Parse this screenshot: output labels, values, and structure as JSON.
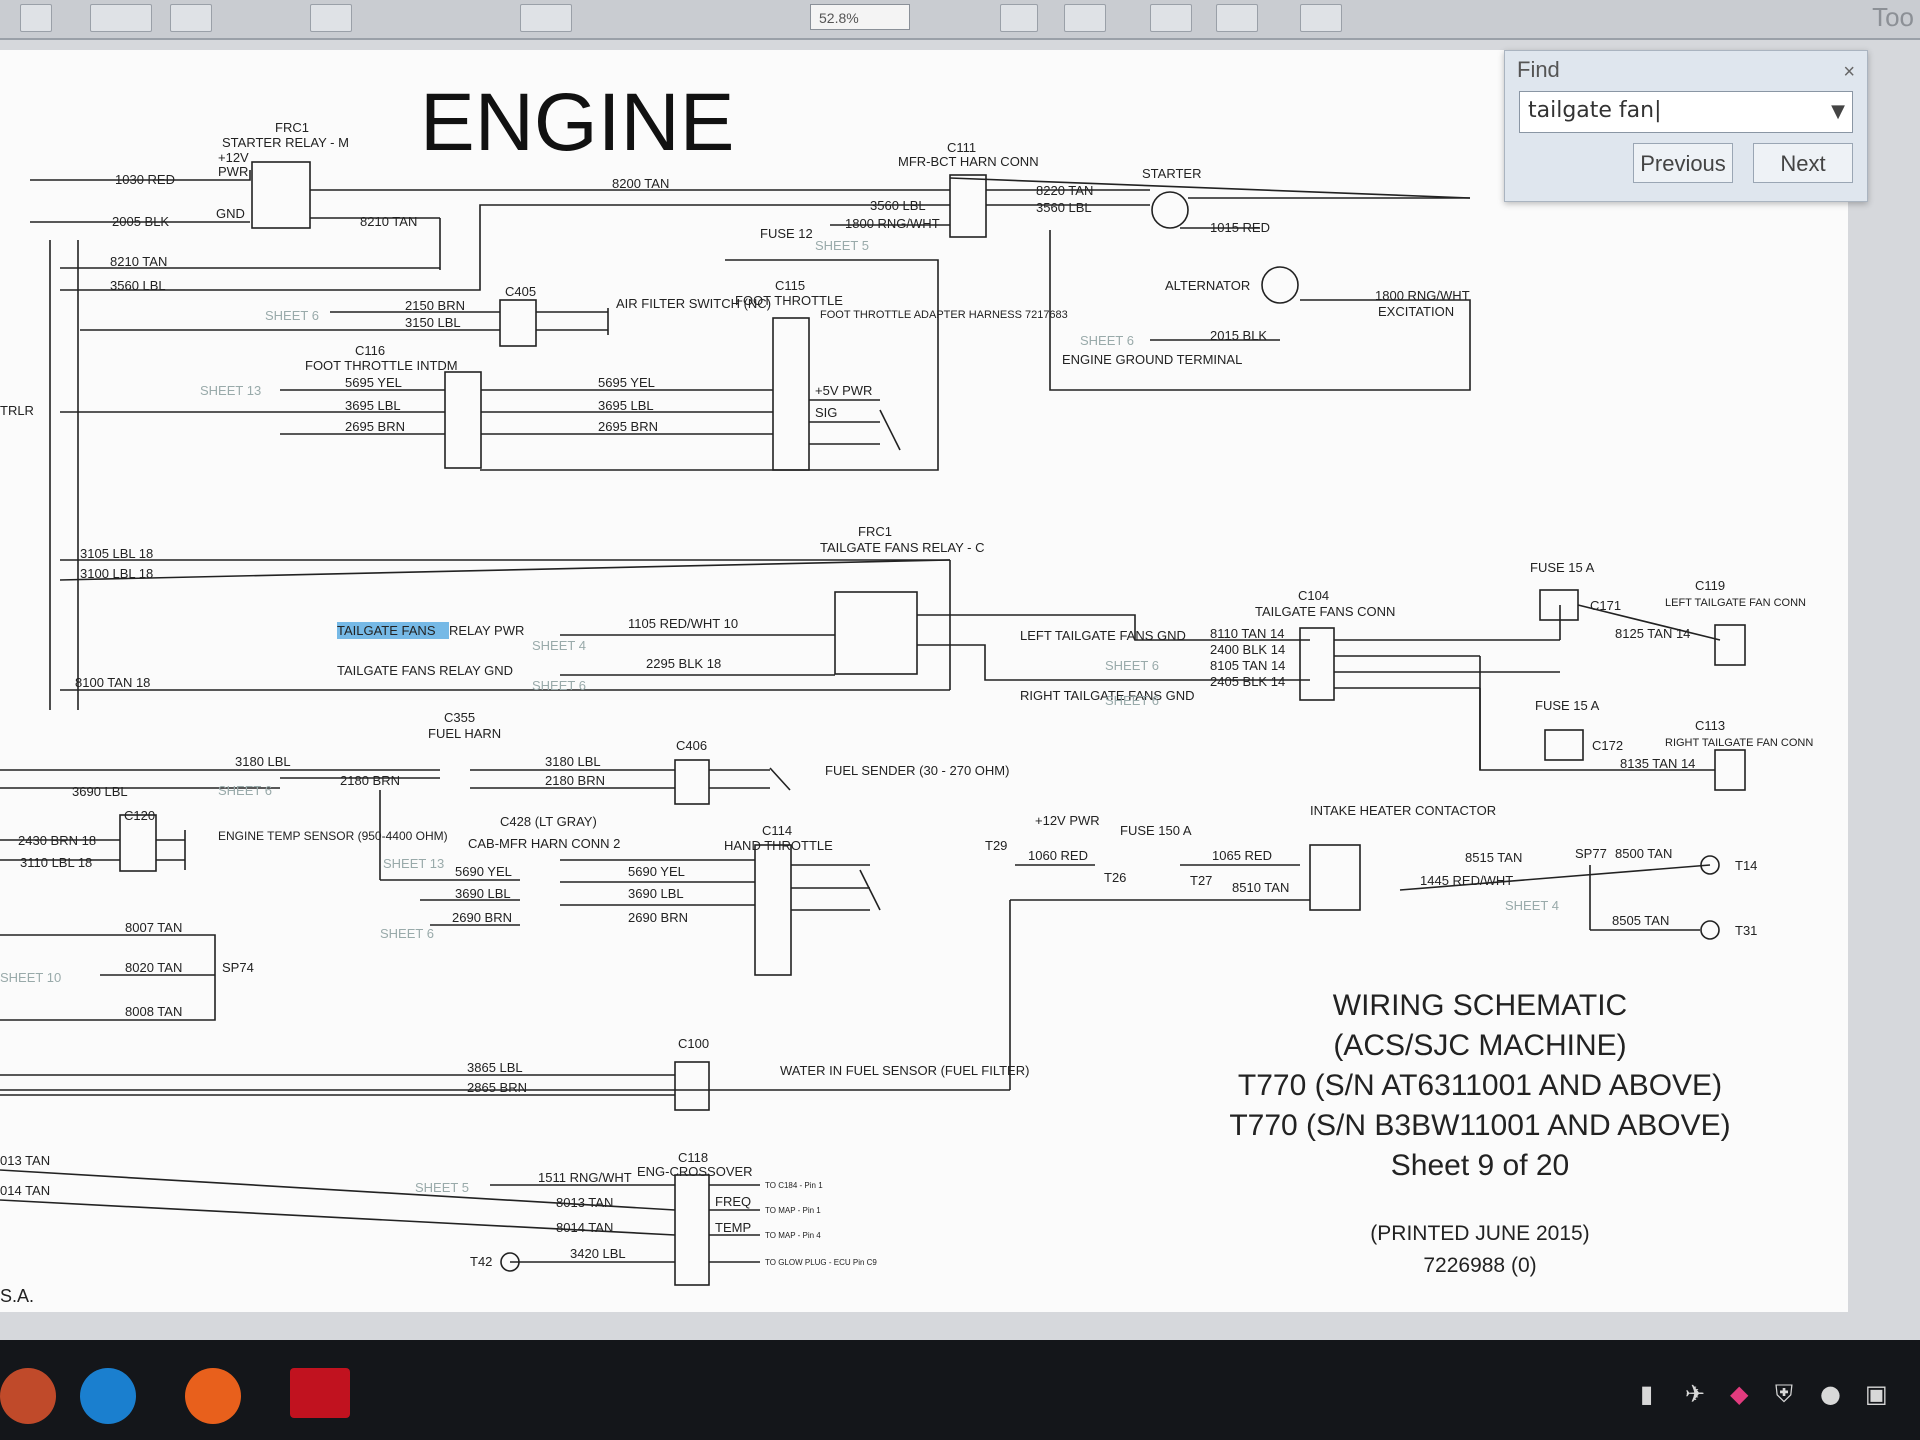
{
  "toolbar": {
    "zoom_value": "52.8%",
    "tools_label": "Too"
  },
  "find": {
    "title": "Find",
    "query": "tailgate fan|",
    "previous": "Previous",
    "next": "Next",
    "close": "×",
    "dropdown": "▼"
  },
  "schematic": {
    "title": "ENGINE",
    "title_block": {
      "line1": "WIRING SCHEMATIC",
      "line2": "(ACS/SJC MACHINE)",
      "line3": "T770 (S/N AT6311001 AND ABOVE)",
      "line4": "T770 (S/N B3BW11001 AND ABOVE)",
      "line5": "Sheet 9 of  20",
      "printed": "(PRINTED JUNE 2015)",
      "doc_no": "7226988 (0)"
    },
    "highlight": "TAILGATE FANS",
    "labels": {
      "frc1_top": "FRC1",
      "starter_relay": "STARTER RELAY - M",
      "plus12v": "+12V",
      "pwr": "PWR",
      "gnd": "GND",
      "w1030": "1030 RED",
      "w2005": "2005 BLK",
      "w8210a": "8210 TAN",
      "w8210b": "8210 TAN",
      "w3560a": "3560 LBL",
      "w8200": "8200 TAN",
      "c111": "C111",
      "mfr_bct": "MFR-BCT HARN CONN",
      "w3560b": "3560 LBL",
      "w1800a": "1800 RNG/WHT",
      "fuse12": "FUSE 12",
      "sheet5a": "SHEET 5",
      "w8220": "8220 TAN",
      "w3560c": "3560 LBL",
      "starter": "STARTER",
      "w1015": "1015 RED",
      "alternator": "ALTERNATOR",
      "w1800b": "1800 RNG/WHT",
      "excitation": "EXCITATION",
      "sheet6a": "SHEET 6",
      "w2015": "2015 BLK",
      "eng_ground": "ENGINE GROUND TERMINAL",
      "c405": "C405",
      "sheet6b": "SHEET 6",
      "w2150": "2150 BRN",
      "w3150": "3150 LBL",
      "air_filter": "AIR FILTER SWITCH (NC)",
      "sig": "SIG",
      "c116": "C116",
      "foot_throttle_intdm": "FOOT THROTTLE INTDM",
      "c115": "C115",
      "foot_throttle": "FOOT THROTTLE",
      "ft_adapter": "FOOT THROTTLE ADAPTER HARNESS 7217683",
      "sheet13a": "SHEET 13",
      "w5695a": "5695 YEL",
      "w3695a": "3695 LBL",
      "w2695a": "2695 BRN",
      "w5695b": "5695 YEL",
      "w3695b": "3695 LBL",
      "w2695b": "2695 BRN",
      "plus5v": "+5V PWR",
      "trlr": "TRLR",
      "w3105": "3105 LBL 18",
      "w3100": "3100 LBL 18",
      "frc1_mid": "FRC1",
      "tgf_relay": "TAILGATE FANS RELAY - C",
      "tgf_relay_pwr_rest": " RELAY PWR",
      "sheet4a": "SHEET 4",
      "w1105": "1105 RED/WHT 10",
      "tgf_relay_gnd": "TAILGATE FANS RELAY GND",
      "sheet6c": "SHEET 6",
      "w2295": "2295 BLK 18",
      "w8100": "8100 TAN 18",
      "c104": "C104",
      "tgf_conn": "TAILGATE FANS CONN",
      "left_tgf_gnd": "LEFT TAILGATE FANS GND",
      "right_tgf_gnd": "RIGHT TAILGATE FANS GND",
      "sheet6d": "SHEET 6",
      "sheet6e": "SHEET 6",
      "w8110": "8110 TAN 14",
      "w2400": "2400 BLK 14",
      "w8105": "8105 TAN 14",
      "w2405": "2405 BLK 14",
      "fuse15a": "FUSE 15 A",
      "fuse15b": "FUSE 15 A",
      "c171": "C171",
      "c172": "C172",
      "c119": "C119",
      "left_tg_conn": "LEFT TAILGATE FAN CONN",
      "c113": "C113",
      "right_tg_conn": "RIGHT TAILGATE FAN CONN",
      "w8125": "8125 TAN 14",
      "w8135": "8135 TAN 14",
      "c355": "C355",
      "fuel_harn": "FUEL HARN",
      "w3180a": "3180 LBL",
      "w3180b": "3180 LBL",
      "w2180a": "2180 BRN",
      "w2180b": "2180 BRN",
      "w3690": "3690 LBL",
      "sheet6f": "SHEET 6",
      "c406": "C406",
      "fuel_sender": "FUEL SENDER (30 - 270 OHM)",
      "c120": "C120",
      "w2430": "2430 BRN 18",
      "w3110": "3110 LBL 18",
      "eng_temp": "ENGINE TEMP SENSOR (950-4400 OHM)",
      "c428": "C428 (LT GRAY)",
      "cab_mfr": "CAB-MFR HARN CONN 2",
      "sheet13b": "SHEET 13",
      "w5690a": "5690 YEL",
      "w3690a": "3690 LBL",
      "w2690a": "2690 BRN",
      "sheet6g": "SHEET 6",
      "c114": "C114",
      "hand_throttle": "HAND THROTTLE",
      "w5690b": "5690 YEL",
      "w3690b": "3690 LBL",
      "w2690b": "2690 BRN",
      "w8007": "8007 TAN",
      "w8020": "8020 TAN",
      "w8008": "8008 TAN",
      "sp74": "SP74",
      "sheet10": "SHEET 10",
      "plus12v_pwr": "+12V PWR",
      "t29": "T29",
      "w1060": "1060 RED",
      "fuse150": "FUSE 150 A",
      "t26": "T26",
      "t27": "T27",
      "w1065": "1065 RED",
      "w8510": "8510 TAN",
      "intake_heater": "INTAKE HEATER CONTACTOR",
      "w8515": "8515 TAN",
      "w1445": "1445 RED/WHT",
      "sheet4b": "SHEET 4",
      "sp77": "SP77",
      "w8500": "8500 TAN",
      "w8505": "8505 TAN",
      "t14": "T14",
      "t31": "T31",
      "c100": "C100",
      "w3865": "3865 LBL",
      "w2865": "2865 BRN",
      "water_fuel": "WATER IN FUEL SENSOR (FUEL FILTER)",
      "c118": "C118",
      "eng_crossover": "ENG-CROSSOVER",
      "sheet5b": "SHEET 5",
      "w1511": "1511 RNG/WHT",
      "w8013": "8013 TAN",
      "w8014": "8014 TAN",
      "w3420": "3420 LBL",
      "t42": "T42",
      "w013": "013 TAN",
      "w014": "014 TAN",
      "freq": "FREQ",
      "temp": "TEMP",
      "sa": "S.A.",
      "to_c184": "TO C184 - Pin 1",
      "to_map1": "TO MAP - Pin 1",
      "to_map4": "TO MAP - Pin 4",
      "to_glow": "TO GLOW PLUG - ECU Pin C9"
    }
  }
}
